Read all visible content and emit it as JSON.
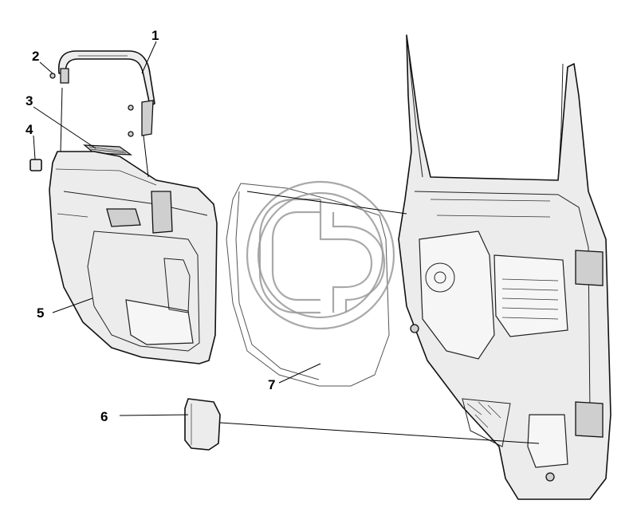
{
  "diagram": {
    "callouts": [
      {
        "id": "1",
        "label": "1"
      },
      {
        "id": "2",
        "label": "2"
      },
      {
        "id": "3",
        "label": "3"
      },
      {
        "id": "4",
        "label": "4"
      },
      {
        "id": "5",
        "label": "5"
      },
      {
        "id": "6",
        "label": "6"
      },
      {
        "id": "7",
        "label": "7"
      }
    ]
  },
  "colors": {
    "line": "#111111",
    "fill": "#ececec",
    "watermark": "#9a9a9a"
  }
}
